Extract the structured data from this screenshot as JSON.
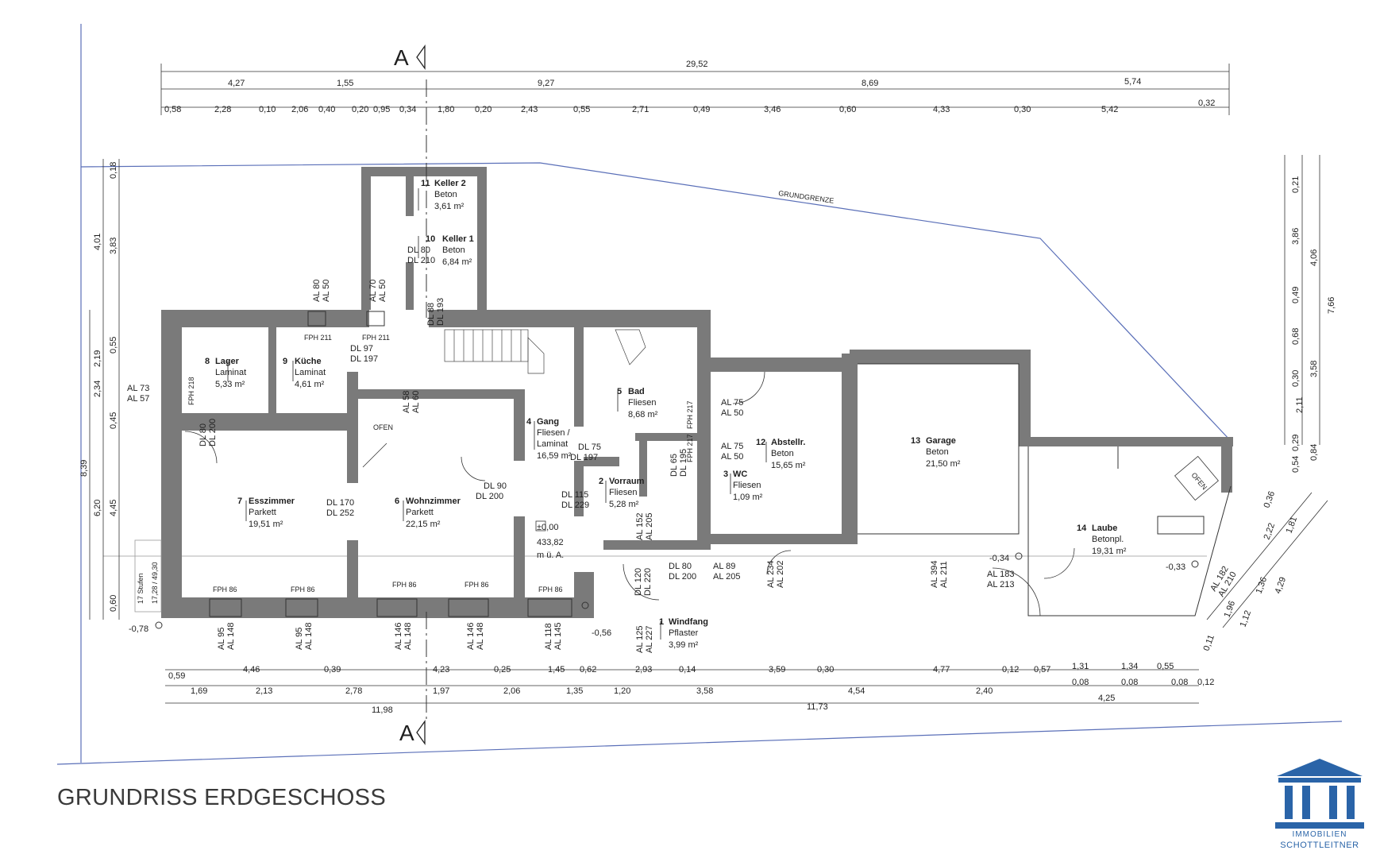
{
  "title": "GRUNDRISS ERDGESCHOSS",
  "logo": {
    "line1": "IMMOBILIEN",
    "line2": "SCHOTTLEITNER",
    "icon": "building-columns-icon",
    "color": "#2a64a8"
  },
  "section_marks": {
    "top": "A",
    "bottom": "A"
  },
  "boundary_label": "GRUNDGRENZE",
  "rooms": [
    {
      "num": "1",
      "name": "Windfang",
      "floor": "Pflaster",
      "area": "3,99 m²"
    },
    {
      "num": "2",
      "name": "Vorraum",
      "floor": "Fliesen",
      "area": "5,28 m²"
    },
    {
      "num": "3",
      "name": "WC",
      "floor": "Fliesen",
      "area": "1,09 m²"
    },
    {
      "num": "4",
      "name": "Gang",
      "floor": "Fliesen /",
      "floor2": "Laminat",
      "area": "16,59 m²"
    },
    {
      "num": "5",
      "name": "Bad",
      "floor": "Fliesen",
      "area": "8,68 m²"
    },
    {
      "num": "6",
      "name": "Wohnzimmer",
      "floor": "Parkett",
      "area": "22,15 m²"
    },
    {
      "num": "7",
      "name": "Esszimmer",
      "floor": "Parkett",
      "area": "19,51 m²"
    },
    {
      "num": "8",
      "name": "Lager",
      "floor": "Laminat",
      "area": "5,33 m²"
    },
    {
      "num": "9",
      "name": "Küche",
      "floor": "Laminat",
      "area": "4,61 m²"
    },
    {
      "num": "10",
      "name": "Keller 1",
      "floor": "Beton",
      "area": "6,84 m²"
    },
    {
      "num": "11",
      "name": "Keller 2",
      "floor": "Beton",
      "area": "3,61 m²"
    },
    {
      "num": "12",
      "name": "Abstellr.",
      "floor": "Beton",
      "area": "15,65 m²"
    },
    {
      "num": "13",
      "name": "Garage",
      "floor": "Beton",
      "area": "21,50 m²"
    },
    {
      "num": "14",
      "name": "Laube",
      "floor": "Betonpl.",
      "area": "19,31 m²"
    }
  ],
  "dims_top": {
    "total": "29,52",
    "row2": [
      "4,27",
      "1,55",
      "9,27",
      "8,69",
      "5,74"
    ],
    "row3": [
      "0,58",
      "2,28",
      "0,10",
      "2,06",
      "0,40",
      "0,20",
      "0,95",
      "0,34",
      "1,80",
      "0,20",
      "2,43",
      "0,55",
      "2,71",
      "0,49",
      "3,46",
      "0,60",
      "4,33",
      "0,30",
      "5,42",
      "0,32"
    ]
  },
  "dims_bottom": {
    "row1": [
      "0,59",
      "4,46",
      "0,39",
      "4,23",
      "0,25",
      "1,45",
      "0,62",
      "2,93",
      "0,14",
      "3,59",
      "0,30",
      "4,77",
      "0,12",
      "0,57",
      "1,31",
      "1,34",
      "0,55"
    ],
    "row2": [
      "1,69",
      "2,13",
      "2,78",
      "1,97",
      "2,06",
      "1,35",
      "1,20",
      "3,58",
      "4,54",
      "2,40",
      "0,08",
      "0,08",
      "0,08",
      "0,12"
    ],
    "row3": [
      "11,98",
      "11,73",
      "4,25"
    ]
  },
  "dims_left": {
    "outer": "8,39",
    "mid": [
      "4,01",
      "2,19",
      "2,34",
      "6,20"
    ],
    "inner": [
      "0,18",
      "3,83",
      "0,55",
      "0,45",
      "4,45",
      "0,60"
    ]
  },
  "dims_right": {
    "a": [
      "0,21",
      "3,86",
      "0,49",
      "0,68",
      "0,30",
      "0,29",
      "0,54"
    ],
    "b": [
      "4,06",
      "3,58",
      "2,11",
      "0,84"
    ],
    "total": "7,66"
  },
  "dims_right_diag": [
    "2,22",
    "1,81",
    "4,29",
    "1,36",
    "1,12",
    "1,96",
    "0,11",
    "0,36"
  ],
  "openings": [
    {
      "t1": "AL 73",
      "t2": "AL 57"
    },
    {
      "t1": "AL 80",
      "t2": "AL 50"
    },
    {
      "t1": "AL 70",
      "t2": "AL 50"
    },
    {
      "t1": "DL 88",
      "t2": "DL 193"
    },
    {
      "t1": "DL 80",
      "t2": "DL 210"
    },
    {
      "t1": "DL 97",
      "t2": "DL 197"
    },
    {
      "t1": "DL 80",
      "t2": "DL 200"
    },
    {
      "t1": "AL 58",
      "t2": "AL 60"
    },
    {
      "t1": "DL 75",
      "t2": "DL 197"
    },
    {
      "t1": "DL 90",
      "t2": "DL 200"
    },
    {
      "t1": "DL 170",
      "t2": "DL 252"
    },
    {
      "t1": "DL 115",
      "t2": "DL 229"
    },
    {
      "t1": "DL 65",
      "t2": "DL 195"
    },
    {
      "t1": "AL 152",
      "t2": "AL 205"
    },
    {
      "t1": "AL 75",
      "t2": "AL 50"
    },
    {
      "t1": "AL 75",
      "t2": "AL 50"
    },
    {
      "t1": "DL 80",
      "t2": "DL 200"
    },
    {
      "t1": "AL 89",
      "t2": "AL 205"
    },
    {
      "t1": "AL 234",
      "t2": "AL 202"
    },
    {
      "t1": "DL 120",
      "t2": "DL 220"
    },
    {
      "t1": "AL 125",
      "t2": "AL 227"
    },
    {
      "t1": "AL 394",
      "t2": "AL 211"
    },
    {
      "t1": "AL 183",
      "t2": "AL 213"
    },
    {
      "t1": "AL 182",
      "t2": "AL 210"
    },
    {
      "t1": "AL 95",
      "t2": "AL 148"
    },
    {
      "t1": "AL 95",
      "t2": "AL 148"
    },
    {
      "t1": "AL 146",
      "t2": "AL 148"
    },
    {
      "t1": "AL 146",
      "t2": "AL 148"
    },
    {
      "t1": "AL 118",
      "t2": "AL 145"
    }
  ],
  "fph": [
    "FPH 211",
    "FPH 211",
    "FPH 218",
    "FPH 217",
    "FPH 217",
    "FPH 86",
    "FPH 86",
    "FPH 86",
    "FPH 86",
    "FPH 86"
  ],
  "levels": [
    "-0,78",
    "-0,56",
    "-0,34",
    "-0,33"
  ],
  "datum": {
    "l1": "±0,00",
    "l2": "433,82",
    "l3": "m ü. A."
  },
  "ofen": [
    "OFEN",
    "OFEN"
  ],
  "stairs_label": "17 Stufen",
  "stairs_label2": "17,28 / 49,30"
}
